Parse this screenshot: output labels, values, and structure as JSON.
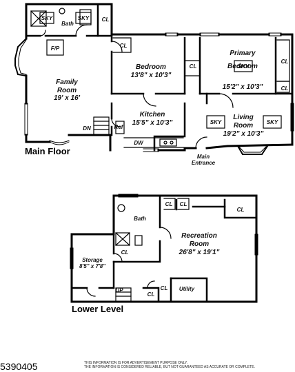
{
  "main_floor": {
    "title": "Main Floor",
    "rooms": {
      "bath": "Bath",
      "cl_bath": "CL",
      "sky_1": "SKY",
      "sky_2": "SKY",
      "fireplace": "F/P",
      "family_room": {
        "name": "Family Room",
        "dim": "19' x 16'"
      },
      "bedroom": {
        "name": "Bedroom",
        "dim": "13'8\" x 10'3\""
      },
      "cl_bedroom_a": "CL",
      "cl_bedroom_b": "CL",
      "primary_bedroom": {
        "name": "Primary Bedroom",
        "dim": "15'2\" x 10'3\""
      },
      "sky_primary": "SKY",
      "cl_primary_a": "CL",
      "cl_primary_b": "CL",
      "kitchen": {
        "name": "Kitchen",
        "dim": "15'5\" x 10'3\""
      },
      "ref": "Ref",
      "dw": "DW",
      "living_room": {
        "name": "Living Room",
        "dim": "19'2\" x 10'3\""
      },
      "sky_living_a": "SKY",
      "sky_living_b": "SKY",
      "dn": "DN",
      "entrance": "Main Entrance"
    }
  },
  "lower_level": {
    "title": "Lower Level",
    "rooms": {
      "bath": "Bath",
      "cl_a": "CL",
      "cl_b": "CL",
      "cl_c": "CL",
      "cl_d": "CL",
      "cl_e": "CL",
      "cl_f": "CL",
      "recreation_room": {
        "name": "Recreation Room",
        "dim": "26'8\" x 19'1\""
      },
      "storage": {
        "name": "Storage",
        "dim": "8'5\" x 7'8\""
      },
      "utility": "Utility",
      "up": "UP"
    }
  },
  "footer": {
    "listing_id": "5390405",
    "disclaimer_1": "THIS INFORMATION IS FOR ADVERTISEMENT PURPOSE ONLY.",
    "disclaimer_2": "THE INFORMATION IS CONSIDERED RELIABLE, BUT NOT GUARANTEED AS ACCURATE OR COMPLETE."
  }
}
